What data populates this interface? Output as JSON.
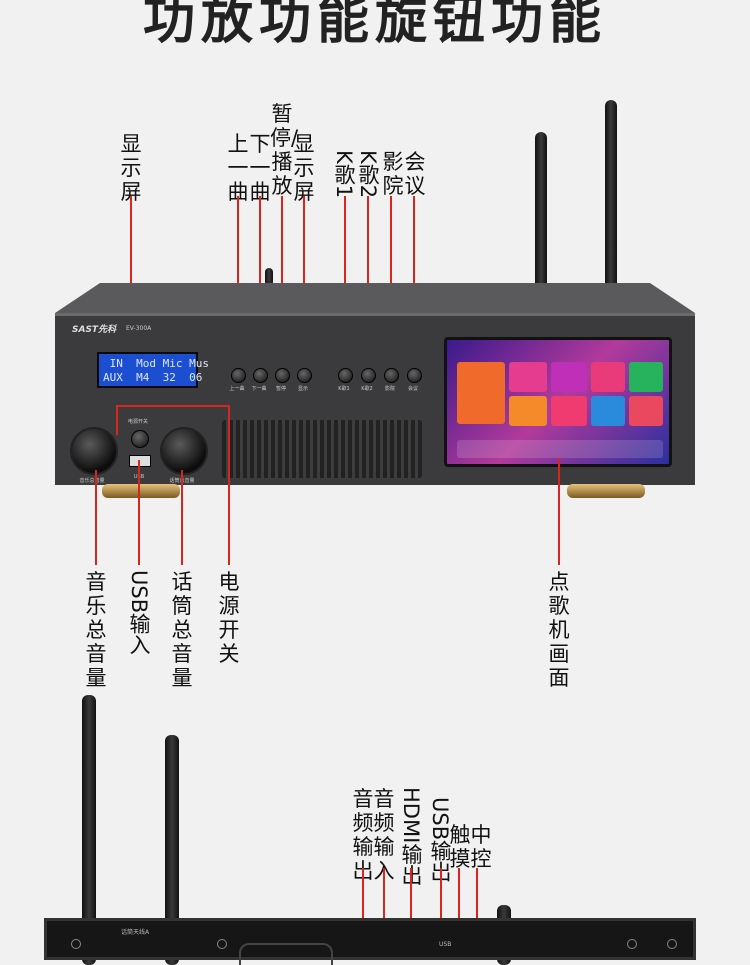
{
  "heading": "功放功能旋钮功能",
  "brand": {
    "logo": "SAST先科",
    "model": "EV-300A"
  },
  "lcd": {
    "line1": " IN  Mod Mic Mus",
    "line2": "AUX  M4  32  06"
  },
  "top_labels": {
    "display_left": "显示屏",
    "prev": "上一曲",
    "next": "下一曲",
    "pause": "暂停/播放",
    "display": "显示屏",
    "k1": "K歌1",
    "k2": "K歌2",
    "cinema": "影院",
    "meeting": "会议"
  },
  "front_buttons": [
    "上一曲",
    "下一曲",
    "暂停",
    "显示",
    "K歌1",
    "K歌2",
    "影院",
    "会议"
  ],
  "front_small": {
    "power": "电源开关",
    "usb": "USB",
    "knob_left": "音乐总音量",
    "knob_right": "话筒总音量"
  },
  "bottom_labels": {
    "music_vol": "音乐总音量",
    "usb_in": "USB输入",
    "mic_vol": "话筒总音量",
    "power": "电源开关",
    "screen": "点歌机画面"
  },
  "rear_labels": {
    "audio_out": "音频输出",
    "audio_in": "音频输入",
    "hdmi_out": "HDMI输出",
    "usb_out": "USB输出",
    "touch": "触摸",
    "center": "中控"
  },
  "rear_small": {
    "antenna": "话筒天线A",
    "usb": "USB"
  },
  "colors": {
    "pointer": "#d8251e",
    "lcd": "#1b4ed1",
    "body": "#3b3b3d",
    "background": "#f1f1f1"
  }
}
